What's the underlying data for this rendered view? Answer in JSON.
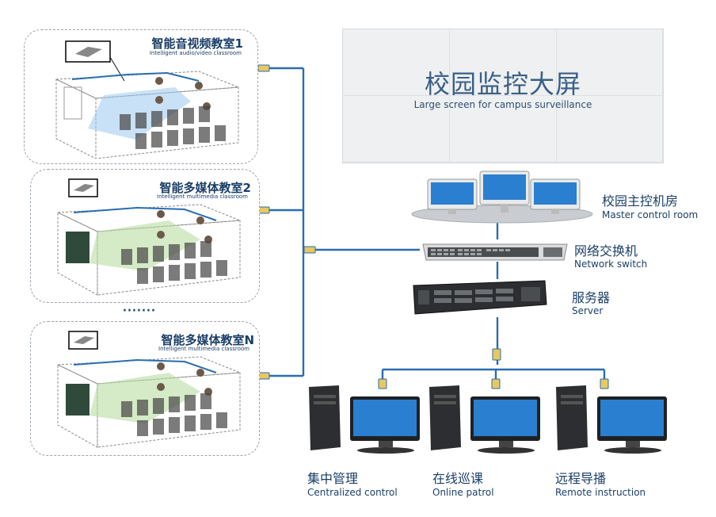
{
  "classrooms": [
    {
      "title": "智能音视频教室1",
      "subtitle": "Intelligent audio/video classroom"
    },
    {
      "title": "智能多媒体教室2",
      "subtitle": "Intelligent multimedia classroom"
    },
    {
      "title": "智能多媒体教室N",
      "subtitle": "Intelligent multimedia classroom"
    }
  ],
  "ellipsis": "·······",
  "screen_wall": {
    "title": "校园监控大屏",
    "subtitle": "Large screen for campus surveillance"
  },
  "master_room": {
    "zh": "校园主控机房",
    "en": "Master control room"
  },
  "network_switch": {
    "zh": "网络交换机",
    "en": "Network switch"
  },
  "server": {
    "zh": "服务器",
    "en": "Server"
  },
  "clients": [
    {
      "zh": "集中管理",
      "en": "Centralized  control"
    },
    {
      "zh": "在线巡课",
      "en": "Online patrol"
    },
    {
      "zh": "远程导播",
      "en": "Remote instruction"
    }
  ],
  "colors": {
    "line": "#2a6db0",
    "text": "#1b3f66",
    "blue_glow": "#9cc9ee",
    "green_glow": "#b9dca2"
  }
}
